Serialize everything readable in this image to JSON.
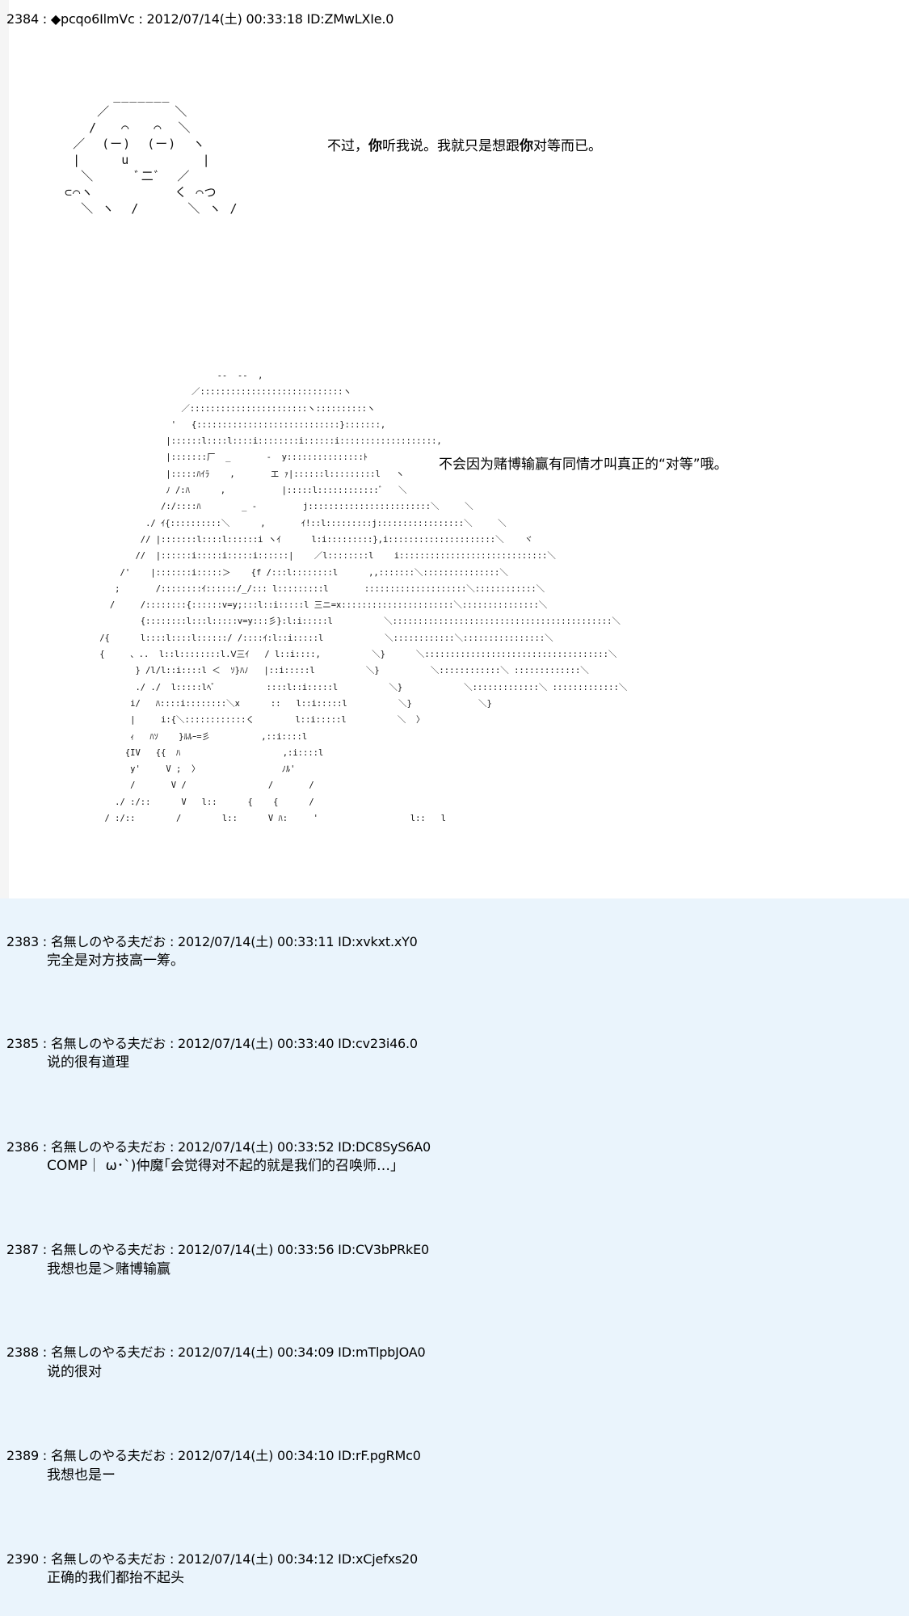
{
  "main_post": {
    "header": "2384 : ◆pcqo6IlmVc : 2012/07/14(土) 00:33:18 ID:ZMwLXIe.0",
    "dialog1": {
      "part1": "不过，",
      "bold1": "你",
      "part2": "听我说。我就只是想跟",
      "bold2": "你",
      "part3": "对等而已。"
    },
    "dialog2": "不会因为赌博输赢有同情才叫真正的“对等”哦。",
    "art1": "        _______\n      ／        ＼\n     /   ⌒   ⌒  ＼\n   ／  (ー)  (ー)  ヽ\n   |     u         |\n    ＼     ﾞ二ﾞ  ／\n  ⊂⌒ヽ          く ⌒つ\n    ＼ ヽ  /      ＼ ヽ /",
    "art2": "                                 -‐  ‐-  ,\n                            ／::::::::::::::::::::::::::::ヽ\n                          ／:::::::::::::::::::::::ヽ::::::::::ヽ\n                        '   {::::::::::::::::::::::::::::}:::::::,\n                       |::::::l::::l::::i::::::::i::::::i:::::::::::::::::::,\n                       |:::::::厂  _       -  y:::::::::::::::ﾄ\n                       |:::::ﾊｲﾗ    ,       エ ｧ|::::::l:::::::::l   ヽ\n                       ﾉ /:ﾊ      ,           |:::::l::::::::::::ﾞ   ＼\n                      /:/::::ﾊ        _ -         j::::::::::::::::::::::::＼     ＼\n                   ./ ｲ{::::::::::＼      ,       ｲ!::l:::::::::j:::::::::::::::::＼     ＼\n                  // |:::::::l::::l::::::i ヽｲ      l:i:::::::::},i:::::::::::::::::::::＼    ヾ\n                 //  |::::::i:::::i:::::i::::::|    ／l::::::::l    i:::::::::::::::::::::::::::::＼\n              /'    |:::::::i:::::＞    {f /:::l::::::::l      ,,:::::::＼:::::::::::::::＼\n             ;       /::::::::ｲ::::::/_/::: l:::::::::l       ::::::::::::::::::::＼::::::::::::＼\n            /     /::::::::{::::::v=y;:::l::i:::::l 三ニ=x::::::::::::::::::::::＼:::::::::::::::＼\n                  {::::::::l:::l:::::v=y:::彡}:l:i:::::l          ＼:::::::::::::::::::::::::::::::::::::::::::＼\n          /{      l::::l::::l::::::/ /::::ｲ:l::i:::::l            ＼::::::::::::＼::::::::::::::::＼\n          {     、..  l::l::::::::l.Ⅴ三ｲ   / l::i::::,          ＼}      ＼::::::::::::::::::::::::::::::::::::＼\n                 } /l/l::i::::l ＜  ｿ}ﾊﾉ   |::i:::::l          ＼}          ＼::::::::::::＼ :::::::::::::＼\n                 ./ ./  l:::::lﾍﾞ          ::::l::i:::::l          ＼}            ＼:::::::::::::＼ :::::::::::::＼\n                i/   ﾊ::::i::::::::＼x      ::   l::i:::::l          ＼}             ＼}\n                |     i:{＼::::::::::::く        l::i:::::l          ＼  〉\n                ｨ   ﾊｿ    }ﾙﾙｰ=彡          ,::i::::l\n               {IV   {{  ﾊ                    ,:i::::l\n                y'     V ;  〉                ﾉﾙ'\n                /       V /                /       /\n             ./ :/::      V   l::      {    {      /\n           / :/::        /        l::      V ﾊ:     '                  l::   l"
  },
  "replies": [
    {
      "header": "2383 : 名無しのやる夫だお : 2012/07/14(土) 00:33:11 ID:xvkxt.xY0",
      "body": "完全是对方技高一筹。"
    },
    {
      "header": "2385 : 名無しのやる夫だお : 2012/07/14(土) 00:33:40 ID:cv23i46.0",
      "body": "说的很有道理"
    },
    {
      "header": "2386 : 名無しのやる夫だお : 2012/07/14(土) 00:33:52 ID:DC8SyS6A0",
      "body": "COMP｜ ω･`)仲魔｢会觉得对不起的就是我们的召唤师…｣"
    },
    {
      "header": "2387 : 名無しのやる夫だお : 2012/07/14(土) 00:33:56 ID:CV3bPRkE0",
      "body": "我想也是＞赌博输赢"
    },
    {
      "header": "2388 : 名無しのやる夫だお : 2012/07/14(土) 00:34:09 ID:mTlpbJOA0",
      "body": "说的很对"
    },
    {
      "header": "2389 : 名無しのやる夫だお : 2012/07/14(土) 00:34:10 ID:rF.pgRMc0",
      "body": "我想也是ー"
    },
    {
      "header": "2390 : 名無しのやる夫だお : 2012/07/14(土) 00:34:12 ID:xCjefxs20",
      "body": "正确的我们都抬不起头"
    }
  ]
}
